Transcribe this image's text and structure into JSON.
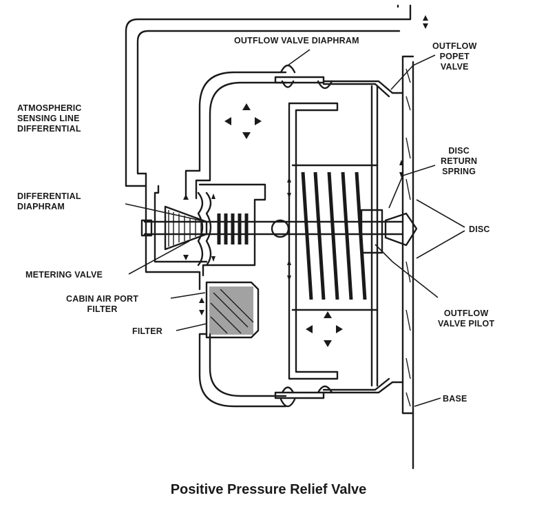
{
  "labels": {
    "outflow_valve_diaphram": "OUTFLOW VALVE DIAPHRAM",
    "outflow_popet_valve": [
      "OUTFLOW",
      "POPET",
      "VALVE"
    ],
    "atmospheric_sensing_line": [
      "ATMOSPHERIC",
      "SENSING LINE",
      "DIFFERENTIAL"
    ],
    "disc_return_spring": [
      "DISC",
      "RETURN",
      "SPRING"
    ],
    "differential_diaphram": [
      "DIFFERENTIAL",
      "DIAPHRAM"
    ],
    "disc": "DISC",
    "metering_valve": "METERING VALVE",
    "cabin_air_port_filter": [
      "CABIN AIR PORT",
      "FILTER"
    ],
    "outflow_valve_pilot": [
      "OUTFLOW",
      "VALVE PILOT"
    ],
    "filter": "FILTER",
    "base": "BASE"
  },
  "caption": "Positive Pressure Relief Valve",
  "colors": {
    "ink": "#1a1a1a",
    "background": "#ffffff"
  }
}
